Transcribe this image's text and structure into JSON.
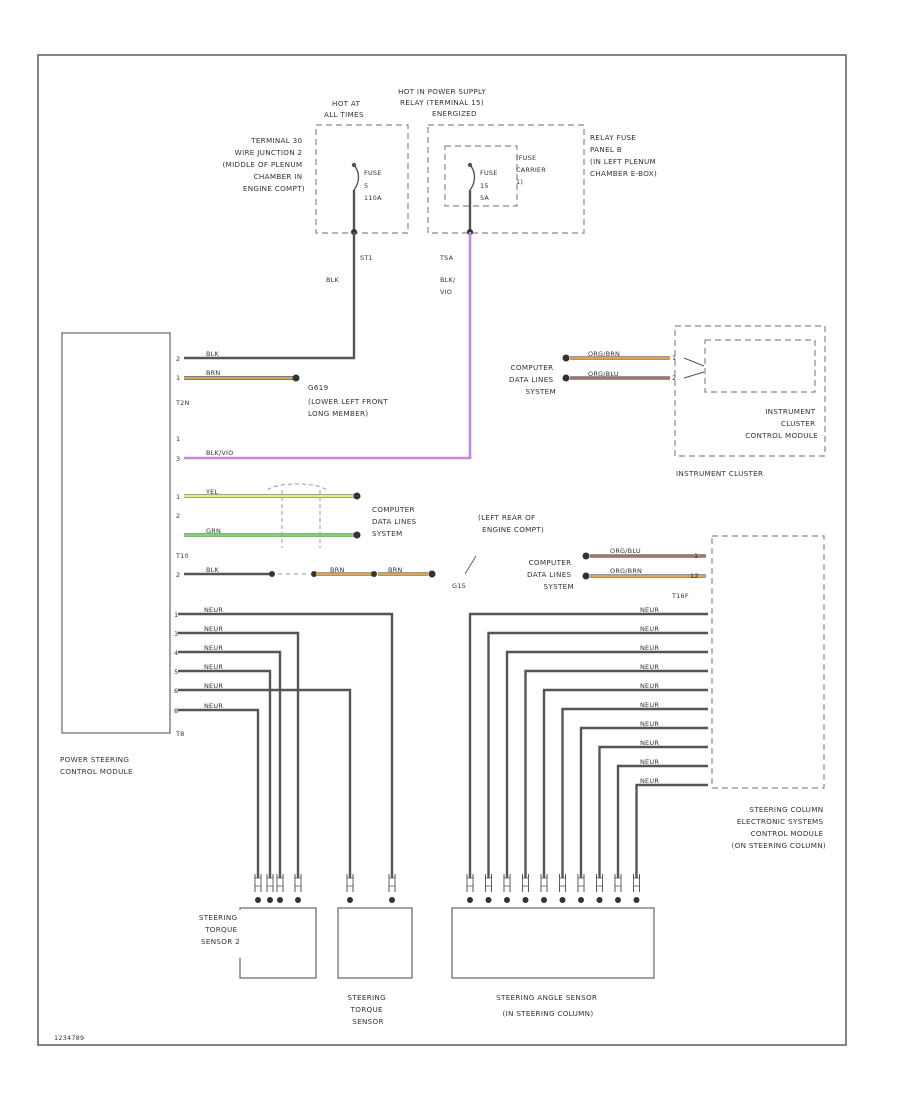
{
  "colors": {
    "wire_black": "#555555",
    "wire_brown_tracer": "#d9a84e",
    "wire_yellow": "#eaea7a",
    "wire_green": "#6ee25a",
    "wire_violet": "#c28ad4",
    "wire_orange": "#e0a050",
    "frame": "#666666"
  },
  "fuse_blocks": {
    "hot_at_all_times": [
      "HOT AT",
      "ALL TIMES"
    ],
    "hot_in_power_supply": [
      "HOT IN POWER SUPPLY",
      "RELAY (TERMINAL 15)",
      "ENERGIZED"
    ],
    "terminal_30_label": [
      "TERMINAL 30",
      "WIRE JUNCTION 2",
      "(MIDDLE OF PLENUM",
      "CHAMBER IN",
      "ENGINE COMPT)"
    ],
    "relay_fuse_panel_label": [
      "RELAY FUSE",
      "PANEL B",
      "(IN LEFT PLENUM",
      "CHAMBER E-BOX)"
    ],
    "fuse_1": [
      "FUSE",
      "5",
      "110A"
    ],
    "fuse_2": [
      "FUSE",
      "15",
      "5A"
    ],
    "fuse_carrier": [
      "(FUSE",
      "CARRIER",
      "1)"
    ],
    "term_1": "ST1",
    "term_2": "TSA",
    "wire_1": "BLK",
    "wire_2": [
      "BLK/",
      "VIO"
    ]
  },
  "psm": {
    "name": [
      "POWER STEERING",
      "CONTROL MODULE"
    ],
    "connector_t2n": "T2N",
    "connector_t10": "T10",
    "connector_t8": "T8",
    "pins_top": [
      "2",
      "1"
    ],
    "pins_mid": [
      "1",
      "3",
      "1",
      "2"
    ],
    "pin_blk": "2",
    "pins_bottom": [
      "1",
      "3",
      "4",
      "5",
      "6",
      "8"
    ],
    "wire_t2n_blk": "BLK",
    "wire_t2n_brn": "BRN",
    "wire_vio": "BLK/VIO",
    "wire_yel": "YEL",
    "wire_grn": "GRN",
    "wire_blk": "BLK",
    "wires_bottom": [
      "NEUR",
      "NEUR",
      "NEUR",
      "NEUR",
      "NEUR",
      "NEUR"
    ]
  },
  "ground_619": [
    "G619",
    "(LOWER LEFT FRONT",
    "LONG MEMBER)"
  ],
  "ground_sym": "G15",
  "ground_engine": [
    "(LEFT REAR OF",
    "ENGINE COMPT)"
  ],
  "cdl_1": [
    "COMPUTER",
    "DATA LINES",
    "SYSTEM"
  ],
  "cdl_2": [
    "COMPUTER",
    "DATA LINES",
    "SYSTEM"
  ],
  "cdl_3": [
    "COMPUTER",
    "DATA LINES",
    "SYSTEM"
  ],
  "splice_wires": [
    "BRN",
    "BRN"
  ],
  "cluster": {
    "wires": [
      "ORG/BRN",
      "ORG/BLU"
    ],
    "pins": [
      "1",
      "2"
    ],
    "module": [
      "INSTRUMENT",
      "CLUSTER",
      "CONTROL MODULE"
    ],
    "name": "INSTRUMENT CLUSTER"
  },
  "scm": {
    "wires_top": [
      "ORG/BLU",
      "ORG/BRN"
    ],
    "pins_top": [
      "1",
      "12"
    ],
    "connector": "T16F",
    "wires_bottom": [
      "NEUR",
      "NEUR",
      "NEUR",
      "NEUR",
      "NEUR",
      "NEUR",
      "NEUR",
      "NEUR",
      "NEUR",
      "NEUR"
    ],
    "name": [
      "STEERING COLUMN",
      "ELECTRONIC SYSTEMS",
      "CONTROL MODULE",
      "(ON STEERING COLUMN)"
    ]
  },
  "sensors": {
    "torque_2": [
      "STEERING",
      "TORQUE",
      "SENSOR 2"
    ],
    "torque": [
      "STEERING",
      "TORQUE",
      "SENSOR"
    ],
    "angle": [
      "STEERING ANGLE SENSOR",
      "(IN STEERING COLUMN)"
    ]
  },
  "footer_code": "1234789"
}
